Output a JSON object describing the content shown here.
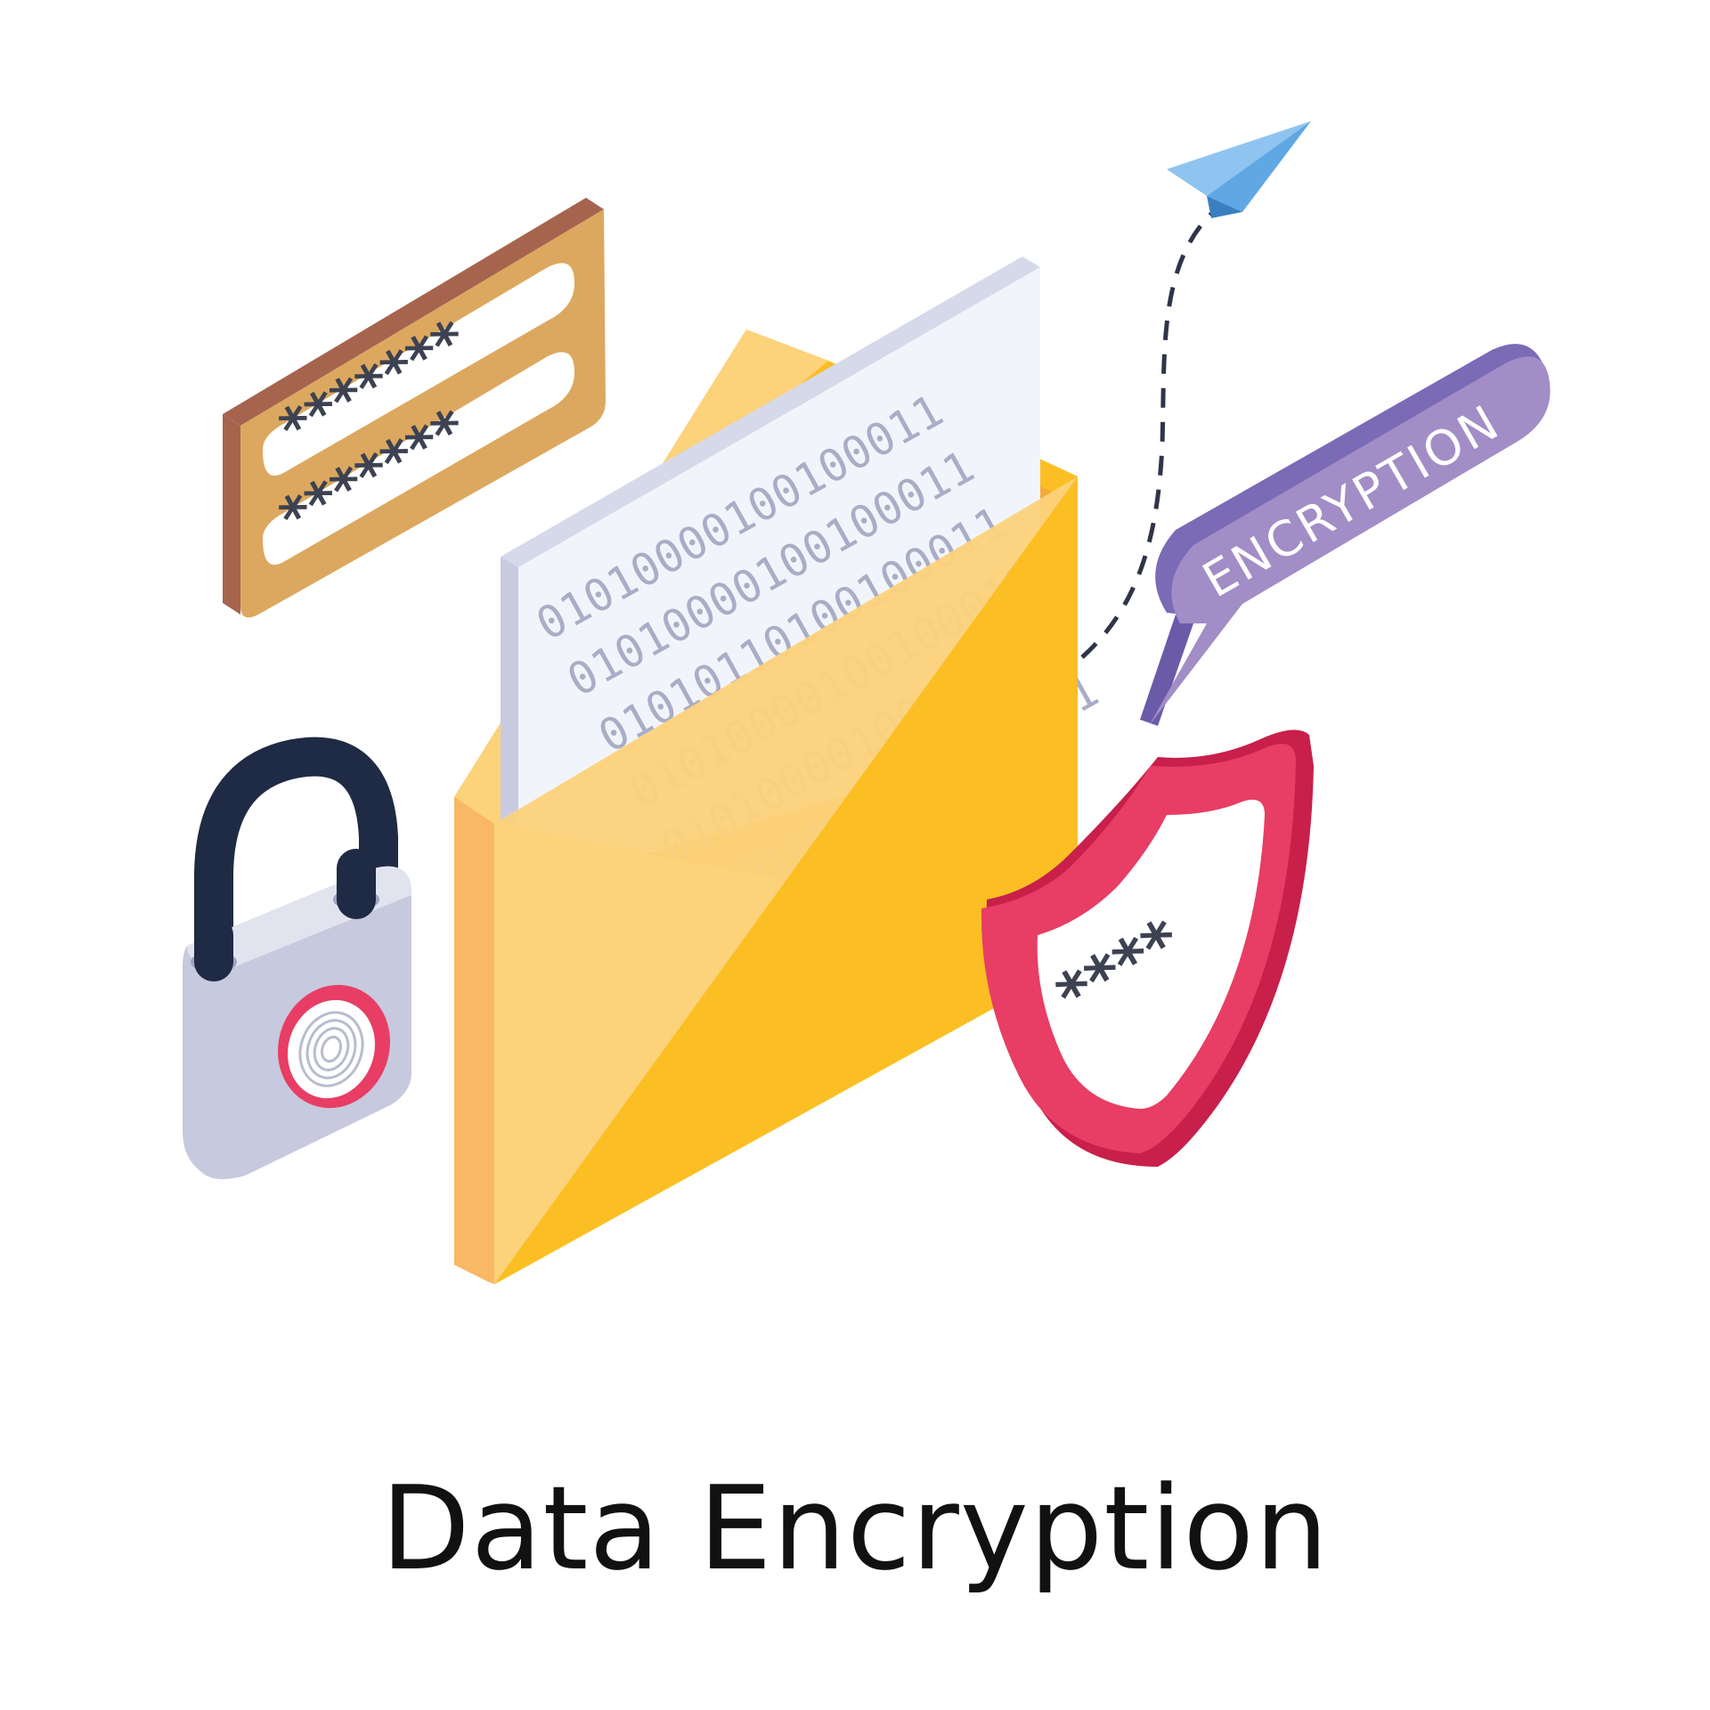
{
  "caption": "Data Encryption",
  "bubble": {
    "label": "ENCRYPTION"
  },
  "document": {
    "binary_lines": [
      "01010000100100011",
      "01010000100100011",
      "01010110100100011",
      "01010000100100011",
      "01010000100100011",
      "01010000100100011"
    ]
  },
  "password_card": {
    "field_1": "*******",
    "field_2": "*******"
  },
  "shield": {
    "mask": "****"
  },
  "colors": {
    "envelope": "#fbbf24",
    "envelope_light": "#fcd27a",
    "card": "#dca85f",
    "card_edge": "#a6644e",
    "bubble": "#a28dc6",
    "bubble_edge": "#7b6ab5",
    "shield": "#e83d64",
    "shield_dark": "#c81f4b",
    "lock_body": "#d1d3e6",
    "lock_shackle": "#1f2a44",
    "plane": "#5fa8e4"
  },
  "icons": [
    "password-card-icon",
    "padlock-fingerprint-icon",
    "envelope-icon",
    "binary-document-icon",
    "shield-icon",
    "speech-bubble-icon",
    "paper-plane-icon"
  ]
}
